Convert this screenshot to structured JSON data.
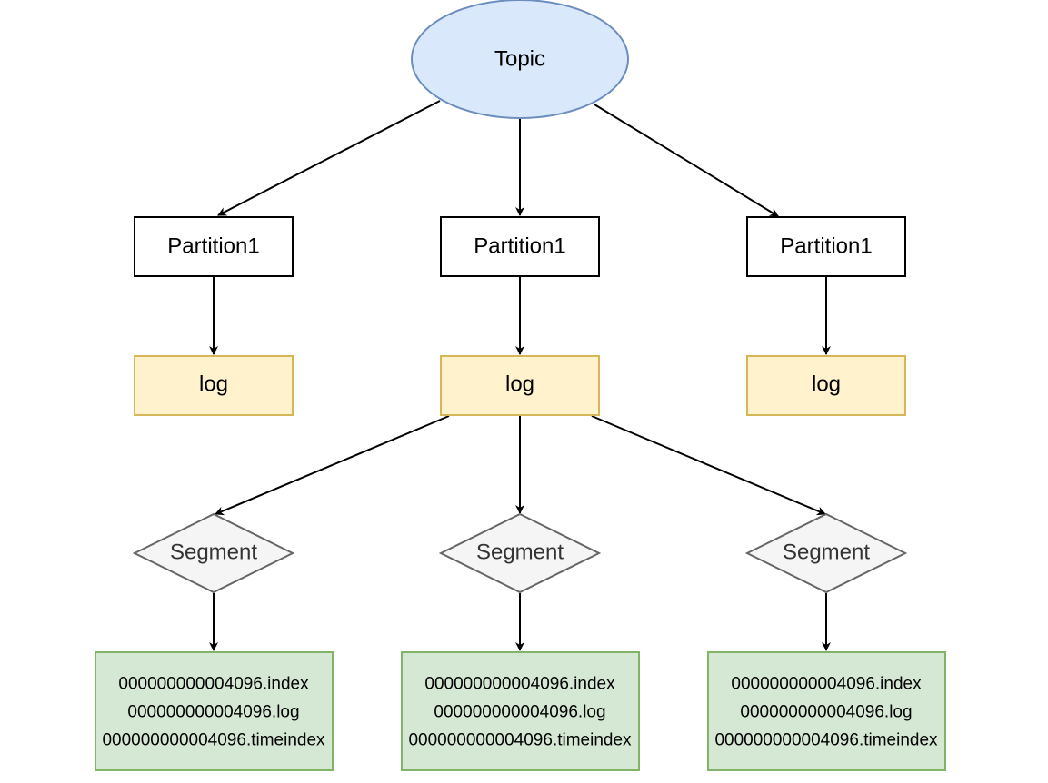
{
  "diagram": {
    "topic": {
      "label": "Topic"
    },
    "partitions": [
      {
        "label": "Partition1"
      },
      {
        "label": "Partition1"
      },
      {
        "label": "Partition1"
      }
    ],
    "logs": [
      {
        "label": "log"
      },
      {
        "label": "log"
      },
      {
        "label": "log"
      }
    ],
    "segments": [
      {
        "label": "Segment"
      },
      {
        "label": "Segment"
      },
      {
        "label": "Segment"
      }
    ],
    "files": [
      {
        "lines": [
          "000000000004096.index",
          "000000000004096.log",
          "000000000004096.timeindex"
        ]
      },
      {
        "lines": [
          "000000000004096.index",
          "000000000004096.log",
          "000000000004096.timeindex"
        ]
      },
      {
        "lines": [
          "000000000004096.index",
          "000000000004096.log",
          "000000000004096.timeindex"
        ]
      }
    ]
  },
  "colors": {
    "topic_fill": "#dae8fc",
    "topic_stroke": "#6c8ebf",
    "log_fill": "#fff2cc",
    "log_stroke": "#d6b656",
    "segment_fill": "#f5f5f5",
    "segment_stroke": "#666666",
    "segment_text": "#333333",
    "file_fill": "#d5e8d4",
    "file_stroke": "#82b366",
    "edge": "#000000"
  }
}
